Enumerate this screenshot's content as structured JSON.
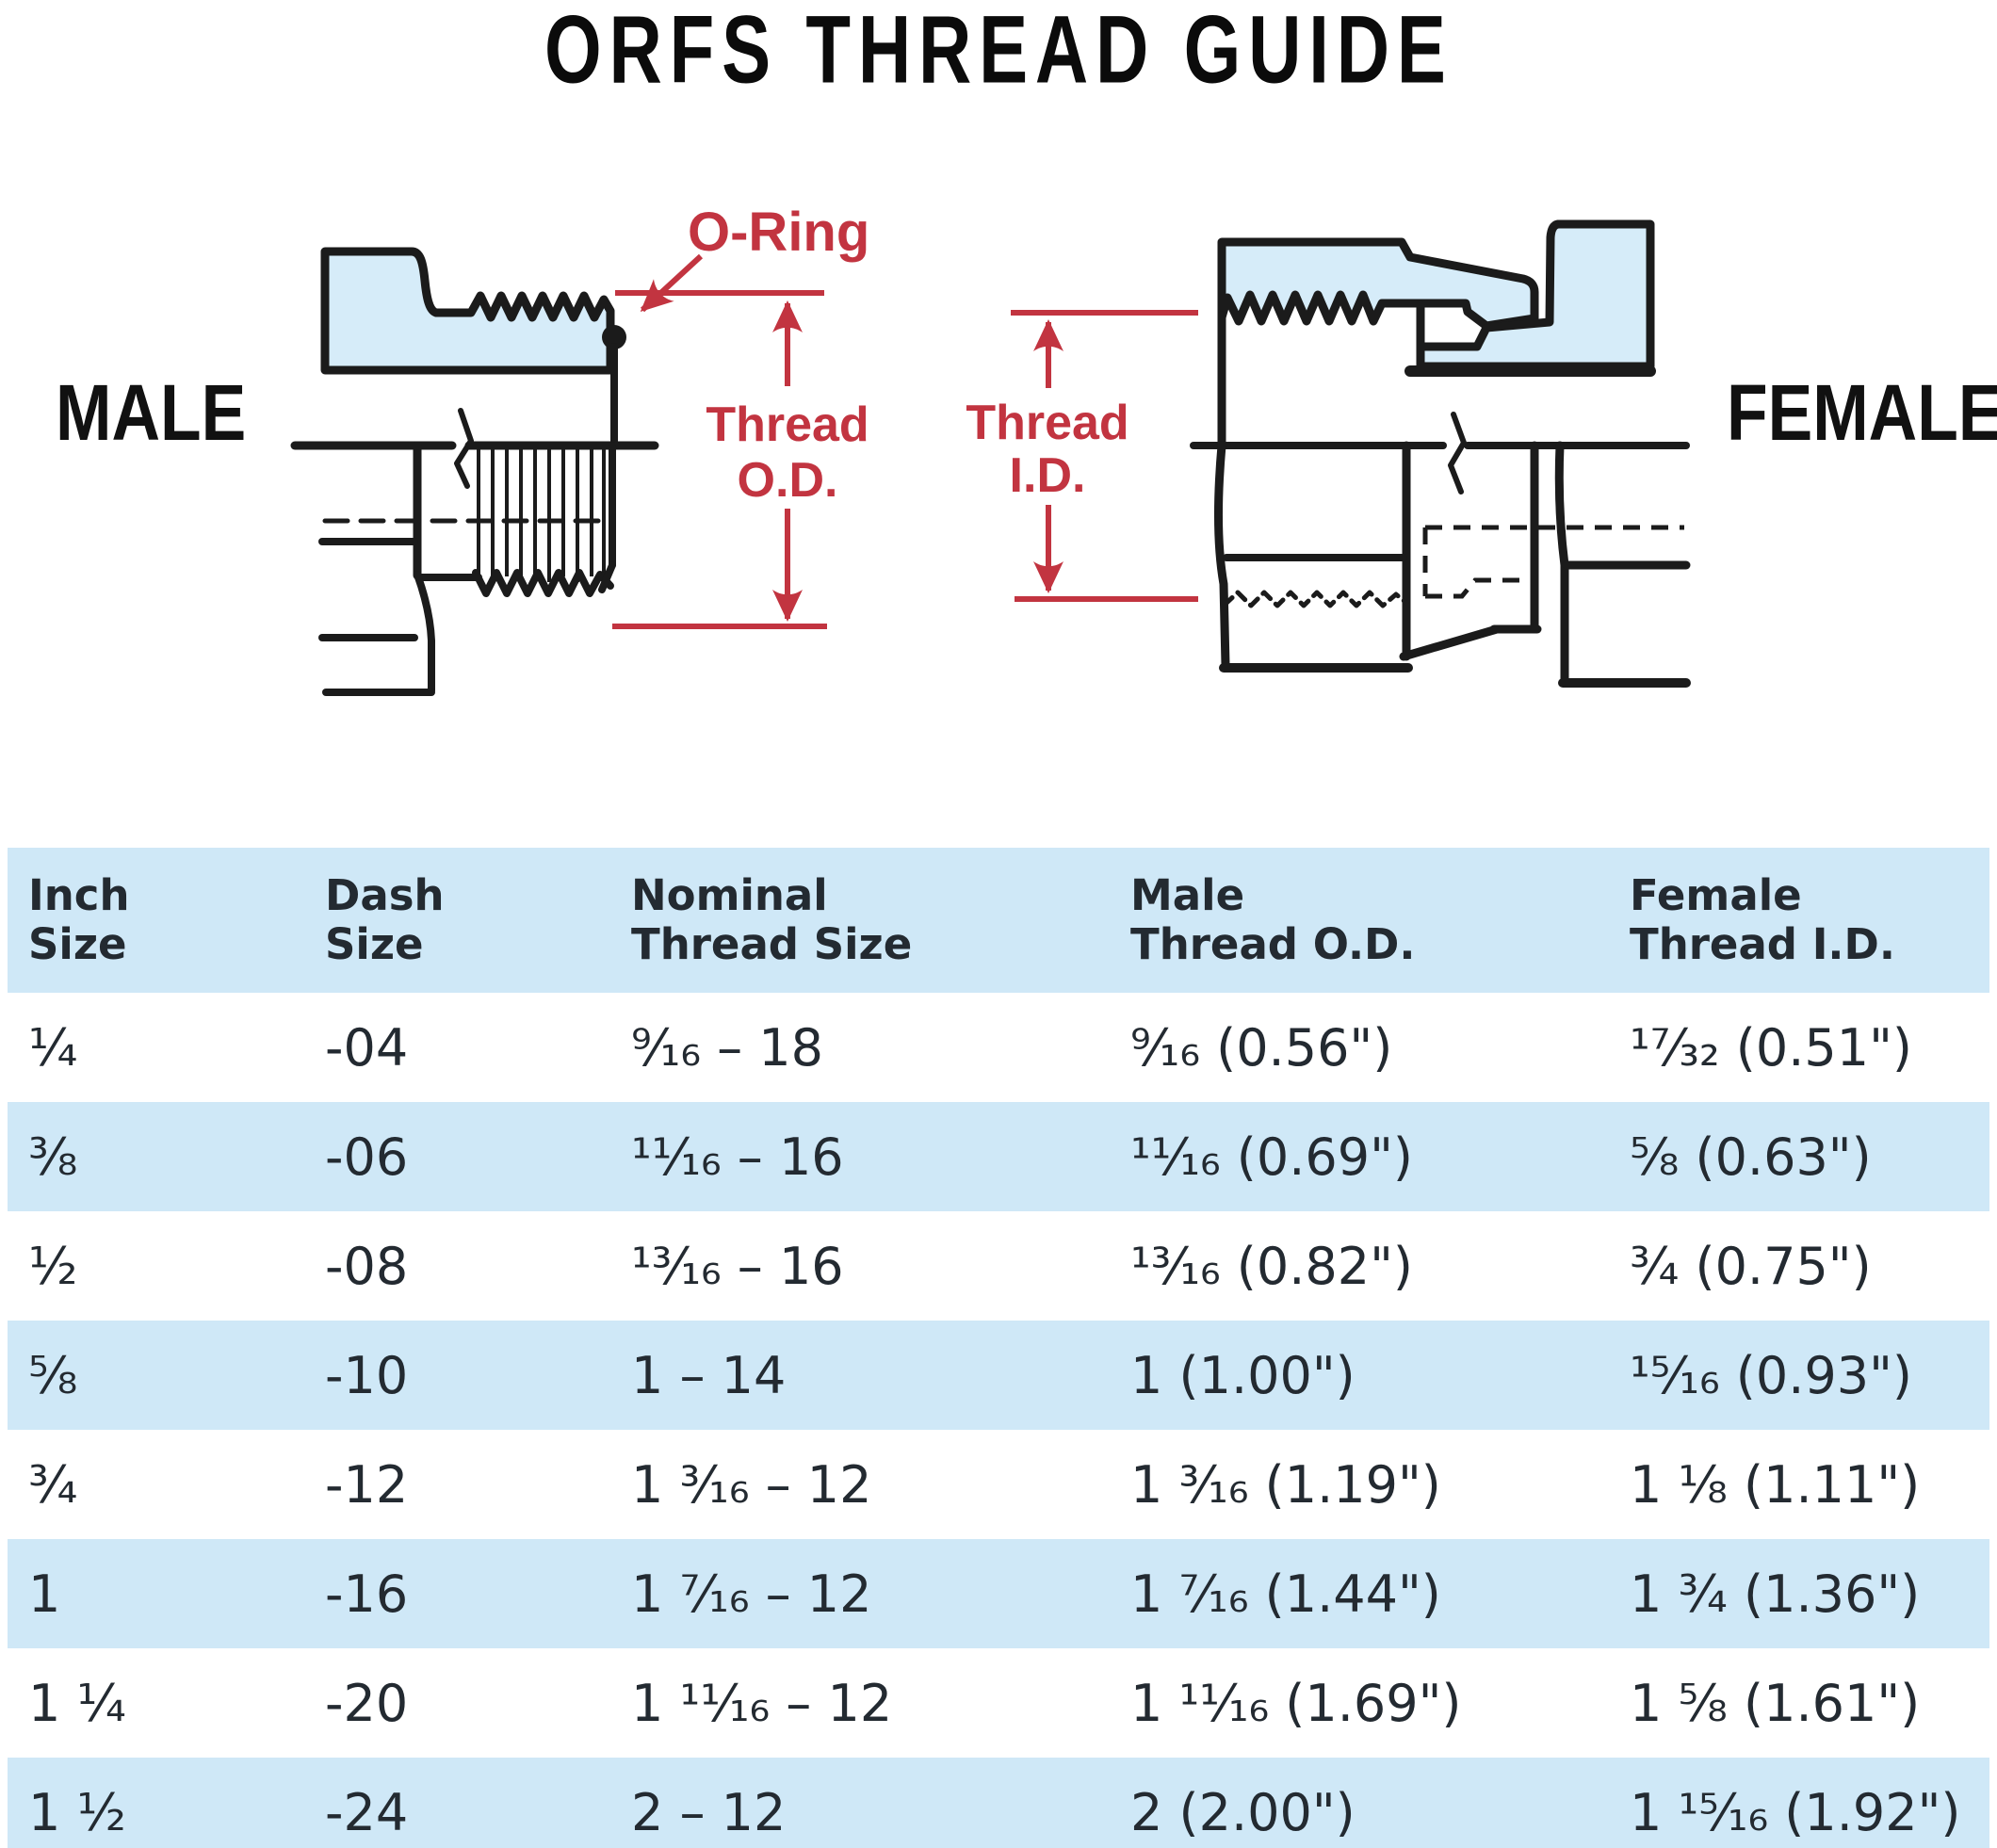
{
  "title": "ORFS THREAD GUIDE",
  "diagram": {
    "male_label": "MALE",
    "female_label": "FEMALE",
    "o_ring_label": "O-Ring",
    "thread_word": "Thread",
    "od_abbr": "O.D.",
    "id_abbr": "I.D.",
    "colors": {
      "annotation_red": "#c23440",
      "fitting_fill_blue": "#d6ecf9",
      "outline_black": "#1b1b1b"
    }
  },
  "table": {
    "stripe_blue": "#cfe8f7",
    "columns": [
      {
        "line1": "Inch",
        "line2": "Size"
      },
      {
        "line1": "Dash",
        "line2": "Size"
      },
      {
        "line1": "Nominal",
        "line2": "Thread Size"
      },
      {
        "line1": "Male",
        "line2": "Thread O.D."
      },
      {
        "line1": "Female",
        "line2": "Thread I.D."
      }
    ],
    "rows": [
      {
        "cells": [
          "¼",
          "-04",
          "⁹⁄₁₆ – 18",
          "⁹⁄₁₆ (0.56\")",
          "¹⁷⁄₃₂ (0.51\")"
        ]
      },
      {
        "cells": [
          "⅜",
          "-06",
          "¹¹⁄₁₆ – 16",
          "¹¹⁄₁₆ (0.69\")",
          "⅝ (0.63\")"
        ]
      },
      {
        "cells": [
          "½",
          "-08",
          "¹³⁄₁₆ – 16",
          "¹³⁄₁₆ (0.82\")",
          "¾ (0.75\")"
        ]
      },
      {
        "cells": [
          "⅝",
          "-10",
          "1 – 14",
          "1 (1.00\")",
          "¹⁵⁄₁₆ (0.93\")"
        ]
      },
      {
        "cells": [
          "¾",
          "-12",
          "1 ³⁄₁₆ – 12",
          "1 ³⁄₁₆ (1.19\")",
          "1 ⅛ (1.11\")"
        ]
      },
      {
        "cells": [
          "1",
          "-16",
          "1 ⁷⁄₁₆ – 12",
          "1 ⁷⁄₁₆ (1.44\")",
          "1 ¾ (1.36\")"
        ]
      },
      {
        "cells": [
          "1 ¼",
          "-20",
          "1 ¹¹⁄₁₆ – 12",
          "1 ¹¹⁄₁₆ (1.69\")",
          "1 ⅝ (1.61\")"
        ]
      },
      {
        "cells": [
          "1 ½",
          "-24",
          "2 – 12",
          "2 (2.00\")",
          "1 ¹⁵⁄₁₆ (1.92\")"
        ]
      }
    ]
  }
}
